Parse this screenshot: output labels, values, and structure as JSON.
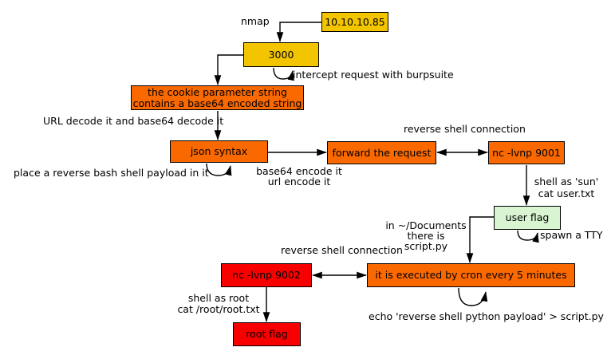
{
  "colors": {
    "yellow": "#F2C500",
    "orange": "#FA6800",
    "red": "#F90000",
    "green": "#D8F4D0",
    "line": "#000000",
    "background": "#FFFFFF"
  },
  "nodes": {
    "ip": {
      "label": "10.10.10.85"
    },
    "port": {
      "label": "3000"
    },
    "cookie": {
      "line1": "the cookie parameter string",
      "line2": "contains a base64 encoded string"
    },
    "json": {
      "label": "json syntax"
    },
    "forward": {
      "label": "forward the request"
    },
    "nc9001": {
      "label": "nc -lvnp 9001"
    },
    "userflag": {
      "label": "user flag"
    },
    "cron": {
      "label": "it is executed by cron every 5 minutes"
    },
    "nc9002": {
      "label": "nc -lvnp 9002"
    },
    "rootflag": {
      "label": "root flag"
    }
  },
  "labels": {
    "nmap": "nmap",
    "intercept": "intercept request with burpsuite",
    "url_decode": "URL decode it and base64 decode it",
    "place_payload": "place a reverse bash shell payload in it",
    "encode1": "base64 encode it",
    "encode2": "url encode it",
    "rev_shell_top": "reverse shell connection",
    "shell_sun1": "shell as 'sun'",
    "shell_sun2": "cat user.txt",
    "spawn_tty": "spawn a TTY",
    "docs1": "in ~/Documents",
    "docs2": "there is",
    "docs3": "script.py",
    "rev_shell_mid": "reverse shell connection",
    "echo_payload": "echo 'reverse shell python payload' > script.py",
    "shell_root1": "shell as root",
    "shell_root2": "cat /root/root.txt"
  }
}
